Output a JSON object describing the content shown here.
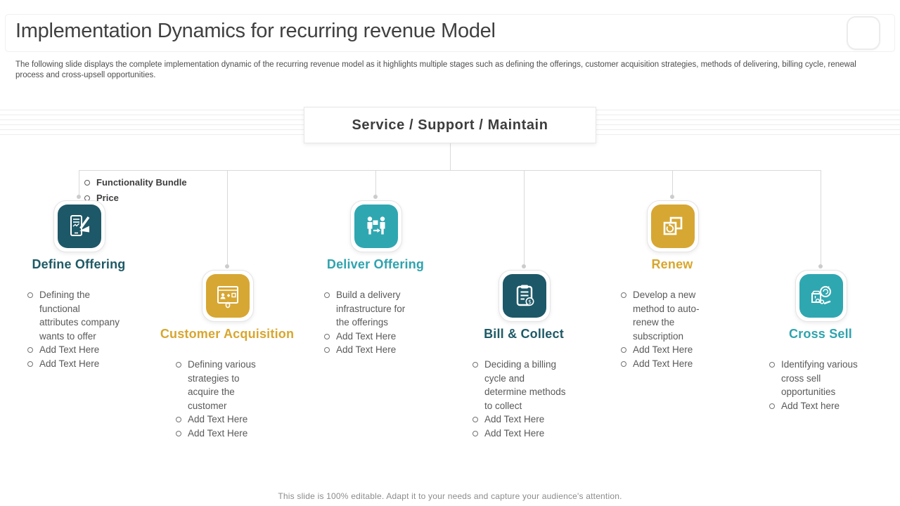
{
  "slide": {
    "title": "Implementation Dynamics for recurring revenue Model",
    "description": "The following slide displays the complete implementation dynamic of the recurring revenue model as it highlights multiple stages such as defining the offerings, customer acquisition strategies, methods of delivering, billing cycle, renewal process and cross-upsell opportunities.",
    "service_box": "Service / Support / Maintain",
    "offering_notes": [
      "Functionality Bundle",
      "Price"
    ],
    "footer": "This slide is 100% editable. Adapt it to your needs and capture your audience's attention."
  },
  "colors": {
    "dark_teal": "#1D5868",
    "teal": "#2FA7B1",
    "gold": "#D7A733",
    "connector_gray": "#D9D9D9",
    "title_text": "#404040",
    "body_text": "#595959"
  },
  "stages": [
    {
      "name": "Define Offering",
      "icon": "tablet-signing-icon",
      "color": "#1D5868",
      "bullets": [
        "Defining the functional attributes company wants to offer",
        "Add Text Here",
        "Add Text Here"
      ]
    },
    {
      "name": "Customer Acquisition",
      "icon": "browser-add-user-icon",
      "color": "#D7A733",
      "bullets": [
        "Defining various strategies to acquire the customer",
        "Add Text Here",
        "Add Text Here"
      ]
    },
    {
      "name": "Deliver Offering",
      "icon": "delivery-handover-icon",
      "color": "#2FA7B1",
      "bullets": [
        "Build a delivery infrastructure for the offerings",
        "Add Text Here",
        "Add Text Here"
      ]
    },
    {
      "name": "Bill & Collect",
      "icon": "billing-clipboard-icon",
      "color": "#1D5868",
      "bullets": [
        "Deciding a billing cycle and determine methods to collect",
        "Add Text Here",
        "Add Text Here"
      ]
    },
    {
      "name": "Renew",
      "icon": "renew-refresh-icon",
      "color": "#D7A733",
      "bullets": [
        "Develop a new method to auto-renew the subscription",
        "Add Text Here",
        "Add Text Here"
      ]
    },
    {
      "name": "Cross Sell",
      "icon": "cross-sell-box-icon",
      "color": "#2FA7B1",
      "bullets": [
        "Identifying various cross sell opportunities",
        "Add Text here"
      ]
    }
  ]
}
